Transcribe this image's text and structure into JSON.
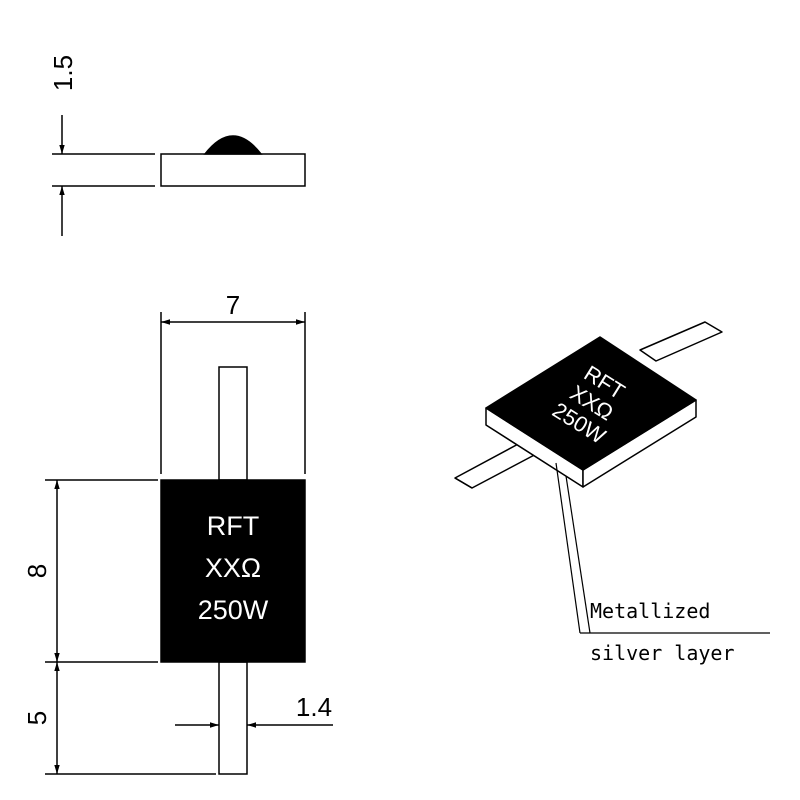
{
  "dimensions": {
    "thickness": "1.5",
    "width": "7",
    "body_length": "8",
    "lead_length": "5",
    "lead_width": "1.4"
  },
  "marking": {
    "line1": "RFT",
    "line2": "XXΩ",
    "line3": "250W"
  },
  "callout": {
    "line1": "Metallized",
    "line2": "silver layer"
  }
}
